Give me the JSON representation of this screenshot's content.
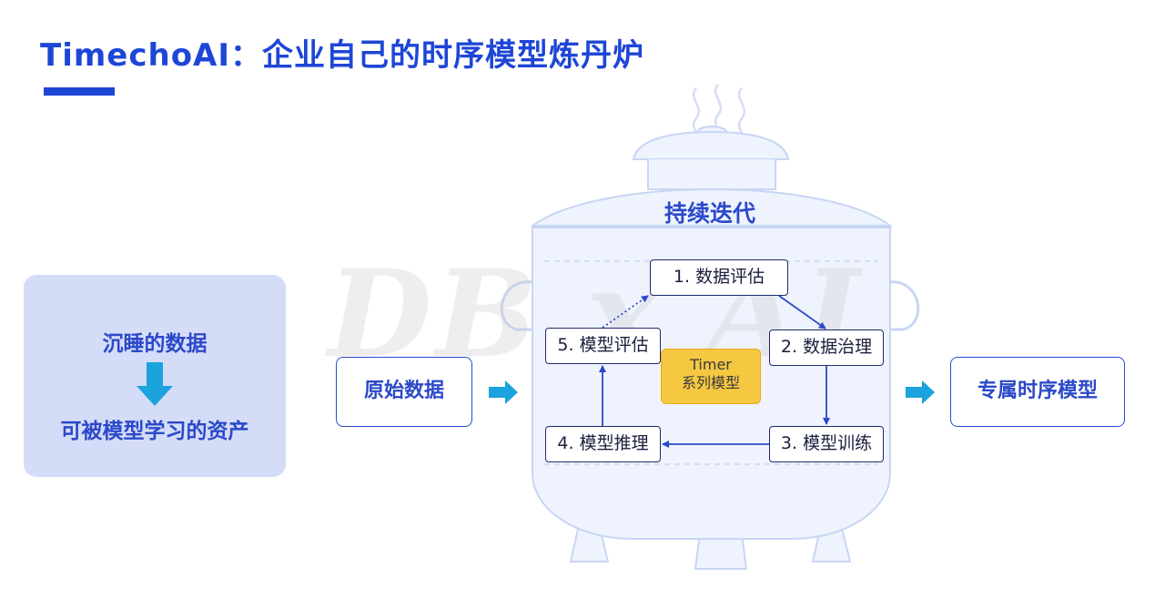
{
  "title": "TimechoAI：企业自己的时序模型炼丹炉",
  "watermark": "DB x AI",
  "left_panel": {
    "top_text": "沉睡的数据",
    "bottom_text": "可被模型学习的资产"
  },
  "input_box": "原始数据",
  "output_box": "专属时序模型",
  "pot_title": "持续迭代",
  "steps": {
    "s1": "1. 数据评估",
    "s2": "2. 数据治理",
    "s3": "3. 模型训练",
    "s4": "4. 模型推理",
    "s5": "5. 模型评估"
  },
  "core": {
    "line1": "Timer",
    "line2": "系列模型"
  },
  "colors": {
    "accent": "#1e46d6",
    "arrow": "#1aa3dc",
    "pot_fill": "#eef3fd",
    "pot_stroke": "#c8d6f4",
    "core_fill": "#f6c842"
  }
}
